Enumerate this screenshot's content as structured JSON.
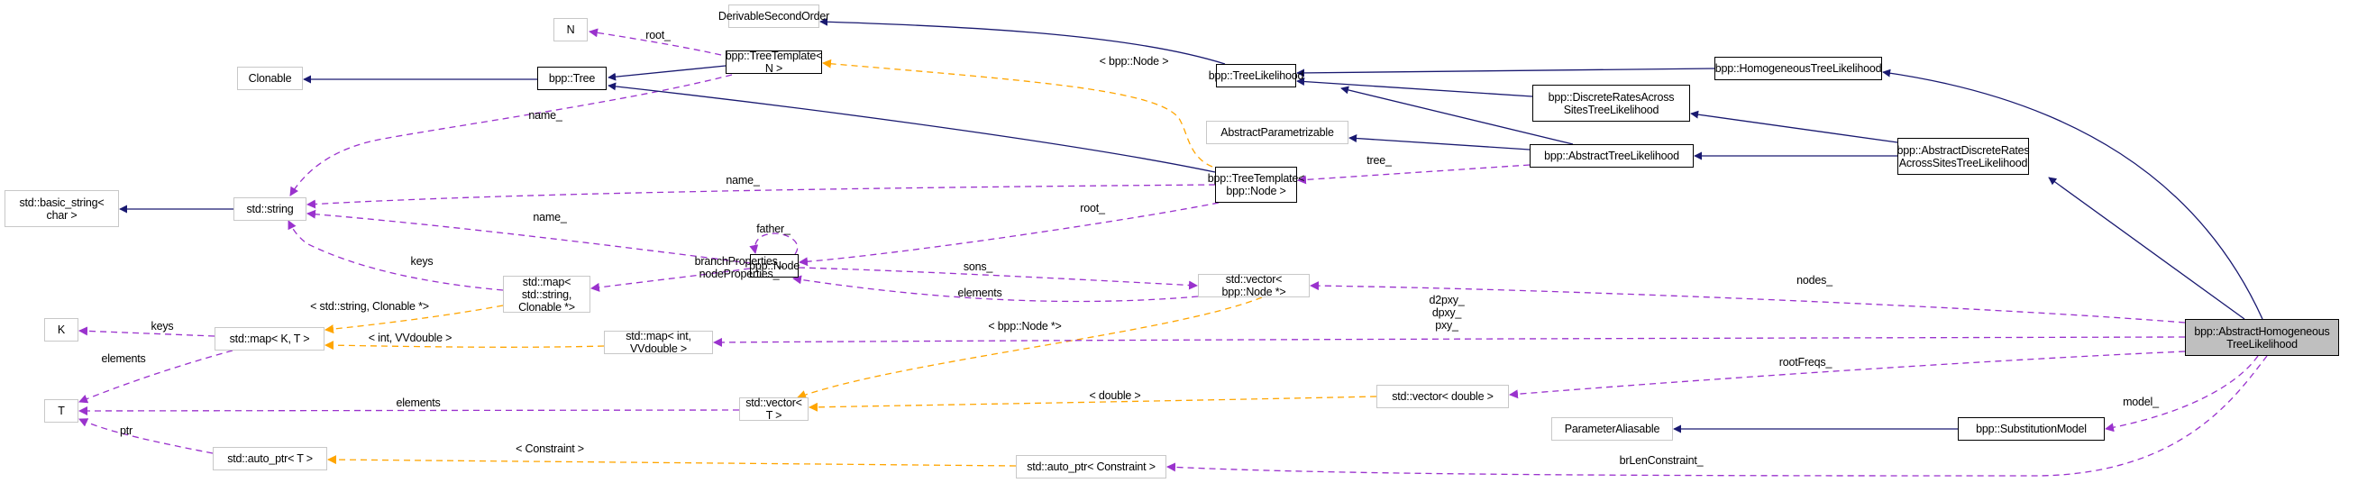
{
  "diagram": {
    "title": "Collaboration diagram for bpp::AbstractHomogeneousTreeLikelihood",
    "colors": {
      "inheritance": "#191970",
      "usage": "#9a32cd",
      "template": "#ffa500",
      "focus_fill": "#bfbfbf",
      "documented_border": "#000000",
      "external_border": "#c8c8c8"
    },
    "nodes": [
      {
        "id": "N",
        "label": "N",
        "kind": "ext"
      },
      {
        "id": "DerivableSecondOrder",
        "label": "DerivableSecondOrder",
        "kind": "ext"
      },
      {
        "id": "Clonable",
        "label": "Clonable",
        "kind": "ext"
      },
      {
        "id": "Tree",
        "label": "bpp::Tree",
        "kind": "doc"
      },
      {
        "id": "TreeTemplateN",
        "label": "bpp::TreeTemplate< N >",
        "kind": "doc"
      },
      {
        "id": "TreeLikelihood",
        "label": "bpp::TreeLikelihood",
        "kind": "doc"
      },
      {
        "id": "HomogeneousTreeLikelihood",
        "label": "bpp::HomogeneousTreeLikelihood",
        "kind": "doc"
      },
      {
        "id": "DiscreteRatesAcrossSitesTreeLikelihood",
        "label": "bpp::DiscreteRatesAcross\nSitesTreeLikelihood",
        "kind": "doc"
      },
      {
        "id": "AbstractParametrizable",
        "label": "AbstractParametrizable",
        "kind": "ext"
      },
      {
        "id": "AbstractTreeLikelihood",
        "label": "bpp::AbstractTreeLikelihood",
        "kind": "doc"
      },
      {
        "id": "AbstractDiscreteRatesAcrossSitesTreeLikelihood",
        "label": "bpp::AbstractDiscreteRates\nAcrossSitesTreeLikelihood",
        "kind": "doc"
      },
      {
        "id": "basic_string",
        "label": "std::basic_string<\nchar >",
        "kind": "ext"
      },
      {
        "id": "string",
        "label": "std::string",
        "kind": "ext"
      },
      {
        "id": "TreeTemplateNode",
        "label": "bpp::TreeTemplate<\nbpp::Node >",
        "kind": "doc"
      },
      {
        "id": "Node",
        "label": "bpp::Node",
        "kind": "doc"
      },
      {
        "id": "map_string_clonable",
        "label": "std::map< std::string,\nClonable *>",
        "kind": "ext"
      },
      {
        "id": "vector_node",
        "label": "std::vector< bpp::Node *>",
        "kind": "ext"
      },
      {
        "id": "K",
        "label": "K",
        "kind": "ext"
      },
      {
        "id": "map_KT",
        "label": "std::map< K, T >",
        "kind": "ext"
      },
      {
        "id": "map_int_vvdouble",
        "label": "std::map< int, VVdouble >",
        "kind": "ext"
      },
      {
        "id": "AbstractHomogeneousTreeLikelihood",
        "label": "bpp::AbstractHomogeneous\nTreeLikelihood",
        "kind": "focus"
      },
      {
        "id": "T",
        "label": "T",
        "kind": "ext"
      },
      {
        "id": "vector_T",
        "label": "std::vector< T >",
        "kind": "ext"
      },
      {
        "id": "vector_double",
        "label": "std::vector< double >",
        "kind": "ext"
      },
      {
        "id": "ParameterAliasable",
        "label": "ParameterAliasable",
        "kind": "ext"
      },
      {
        "id": "SubstitutionModel",
        "label": "bpp::SubstitutionModel",
        "kind": "doc"
      },
      {
        "id": "auto_ptr_T",
        "label": "std::auto_ptr< T >",
        "kind": "ext"
      },
      {
        "id": "auto_ptr_constraint",
        "label": "std::auto_ptr< Constraint >",
        "kind": "ext"
      }
    ],
    "edges": [
      {
        "from": "Tree",
        "to": "Clonable",
        "type": "inheritance",
        "label": ""
      },
      {
        "from": "TreeTemplateN",
        "to": "Tree",
        "type": "inheritance",
        "label": ""
      },
      {
        "from": "TreeTemplateN",
        "to": "N",
        "type": "usage",
        "label": "root_"
      },
      {
        "from": "TreeTemplateN",
        "to": "string",
        "type": "usage",
        "label": "name_"
      },
      {
        "from": "TreeLikelihood",
        "to": "DerivableSecondOrder",
        "type": "inheritance",
        "label": ""
      },
      {
        "from": "HomogeneousTreeLikelihood",
        "to": "TreeLikelihood",
        "type": "inheritance",
        "label": ""
      },
      {
        "from": "DiscreteRatesAcrossSitesTreeLikelihood",
        "to": "TreeLikelihood",
        "type": "inheritance",
        "label": ""
      },
      {
        "from": "AbstractTreeLikelihood",
        "to": "TreeLikelihood",
        "type": "inheritance",
        "label": ""
      },
      {
        "from": "AbstractTreeLikelihood",
        "to": "AbstractParametrizable",
        "type": "inheritance",
        "label": ""
      },
      {
        "from": "AbstractTreeLikelihood",
        "to": "TreeTemplateNode",
        "type": "usage",
        "label": "tree_"
      },
      {
        "from": "AbstractDiscreteRatesAcrossSitesTreeLikelihood",
        "to": "DiscreteRatesAcrossSitesTreeLikelihood",
        "type": "inheritance",
        "label": ""
      },
      {
        "from": "AbstractDiscreteRatesAcrossSitesTreeLikelihood",
        "to": "AbstractTreeLikelihood",
        "type": "inheritance",
        "label": ""
      },
      {
        "from": "string",
        "to": "basic_string",
        "type": "inheritance",
        "label": ""
      },
      {
        "from": "TreeTemplateNode",
        "to": "Tree",
        "type": "inheritance",
        "label": ""
      },
      {
        "from": "TreeTemplateNode",
        "to": "TreeTemplateN",
        "type": "template",
        "label": "< bpp::Node >"
      },
      {
        "from": "TreeTemplateNode",
        "to": "string",
        "type": "usage",
        "label": "name_"
      },
      {
        "from": "TreeTemplateNode",
        "to": "Node",
        "type": "usage",
        "label": "root_"
      },
      {
        "from": "Node",
        "to": "string",
        "type": "usage",
        "label": "name_"
      },
      {
        "from": "Node",
        "to": "Node",
        "type": "usage",
        "label": "father_"
      },
      {
        "from": "Node",
        "to": "map_string_clonable",
        "type": "usage",
        "label": "branchProperties_\nnodeProperties_"
      },
      {
        "from": "Node",
        "to": "vector_node",
        "type": "usage",
        "label": "sons_"
      },
      {
        "from": "vector_node",
        "to": "Node",
        "type": "usage",
        "label": "elements"
      },
      {
        "from": "map_string_clonable",
        "to": "string",
        "type": "usage",
        "label": "keys"
      },
      {
        "from": "map_string_clonable",
        "to": "map_KT",
        "type": "template",
        "label": "< std::string, Clonable *>"
      },
      {
        "from": "map_KT",
        "to": "K",
        "type": "usage",
        "label": "keys"
      },
      {
        "from": "map_KT",
        "to": "T",
        "type": "usage",
        "label": "elements"
      },
      {
        "from": "map_int_vvdouble",
        "to": "map_KT",
        "type": "template",
        "label": "< int, VVdouble >"
      },
      {
        "from": "vector_node",
        "to": "vector_T",
        "type": "template",
        "label": "< bpp::Node *>"
      },
      {
        "from": "vector_T",
        "to": "T",
        "type": "usage",
        "label": "elements"
      },
      {
        "from": "vector_double",
        "to": "vector_T",
        "type": "template",
        "label": "< double >"
      },
      {
        "from": "auto_ptr_T",
        "to": "T",
        "type": "usage",
        "label": "ptr"
      },
      {
        "from": "auto_ptr_constraint",
        "to": "auto_ptr_T",
        "type": "template",
        "label": "< Constraint >"
      },
      {
        "from": "SubstitutionModel",
        "to": "ParameterAliasable",
        "type": "inheritance",
        "label": ""
      },
      {
        "from": "AbstractHomogeneousTreeLikelihood",
        "to": "HomogeneousTreeLikelihood",
        "type": "inheritance",
        "label": ""
      },
      {
        "from": "AbstractHomogeneousTreeLikelihood",
        "to": "AbstractDiscreteRatesAcrossSitesTreeLikelihood",
        "type": "inheritance",
        "label": ""
      },
      {
        "from": "AbstractHomogeneousTreeLikelihood",
        "to": "vector_node",
        "type": "usage",
        "label": "nodes_"
      },
      {
        "from": "AbstractHomogeneousTreeLikelihood",
        "to": "map_int_vvdouble",
        "type": "usage",
        "label": "d2pxy_\ndpxy_\npxy_"
      },
      {
        "from": "AbstractHomogeneousTreeLikelihood",
        "to": "vector_double",
        "type": "usage",
        "label": "rootFreqs_"
      },
      {
        "from": "AbstractHomogeneousTreeLikelihood",
        "to": "SubstitutionModel",
        "type": "usage",
        "label": "model_"
      },
      {
        "from": "AbstractHomogeneousTreeLikelihood",
        "to": "auto_ptr_constraint",
        "type": "usage",
        "label": "brLenConstraint_"
      }
    ]
  }
}
